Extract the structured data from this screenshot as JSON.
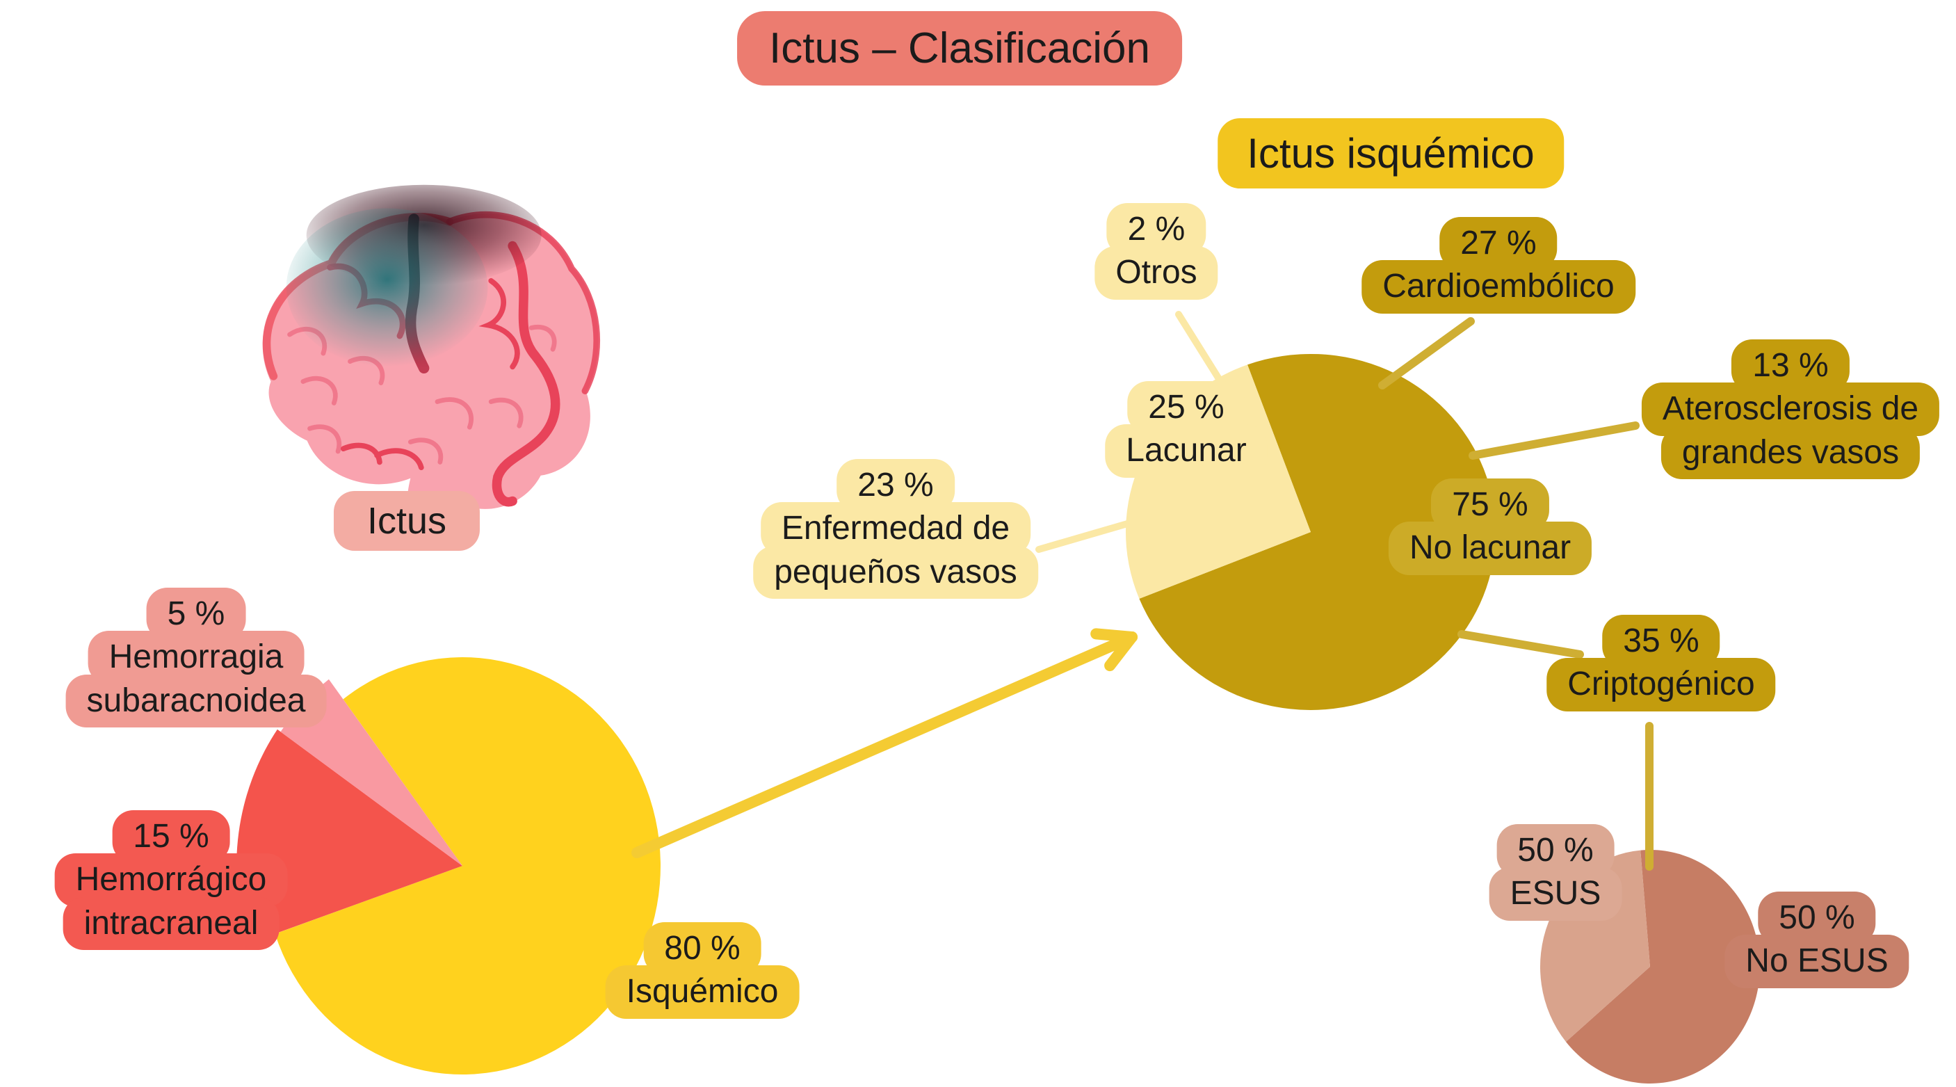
{
  "title": {
    "text": "Ictus – Clasificación",
    "bg": "#EC7C70"
  },
  "subtitle": {
    "text": "Ictus isquémico",
    "bg": "#F2C51F"
  },
  "brain": {
    "caption": "Ictus",
    "caption_bg": "#F3ACA3"
  },
  "colors": {
    "cream": "#FBE8A5",
    "goldDark": "#C39C0D",
    "goldBox": "#CCAB27",
    "goldLine": "#CFAE33",
    "yellowPie": "#FFD21E",
    "yellowBox": "#F5C832",
    "arrowYellow": "#F4CB33",
    "redWedge": "#F4544C",
    "pinkWedge": "#F999A1",
    "terracotta": "#C67D64",
    "terracottaLight": "#D9A38C",
    "text": "#1B1B1B"
  },
  "chart_data": [
    {
      "type": "pie",
      "title": "Ictus",
      "unit": "%",
      "legend_position": "callout-labels",
      "center": [
        665,
        1245
      ],
      "rx": 285,
      "ry": 300,
      "slices": [
        {
          "label": "Isquémico",
          "value": 80,
          "color": "#FFD21E",
          "start": 323,
          "end": 611,
          "k": 1
        },
        {
          "label": "Hemorrágico intracraneal",
          "value": 15,
          "color": "#F4544C",
          "start": 251,
          "end": 305,
          "k": 1.14
        },
        {
          "label": "Hemorragia subaracnoidea",
          "value": 5,
          "color": "#F999A1",
          "start": 305,
          "end": 323,
          "k": 1.12
        }
      ]
    },
    {
      "type": "pie",
      "title": "Ictus isquémico",
      "unit": "%",
      "legend_position": "callout-labels",
      "center": [
        1885,
        765
      ],
      "rx": 266,
      "ry": 256,
      "slices": [
        {
          "label": "No lacunar",
          "value": 75,
          "color": "#C39C0D",
          "start": 340,
          "end": 608,
          "k": 1
        },
        {
          "label": "Lacunar",
          "value": 25,
          "color": "#FBE8A5",
          "start": 248,
          "end": 340,
          "k": 1
        }
      ],
      "sub_breakdown_of_no_lacunar": [
        {
          "label": "Cardioembólico",
          "value": 27
        },
        {
          "label": "Aterosclerosis de grandes vasos",
          "value": 13
        },
        {
          "label": "Enfermedad de pequeños vasos",
          "value": 23
        },
        {
          "label": "Criptogénico",
          "value": 35
        },
        {
          "label": "Otros",
          "value": 2
        }
      ]
    },
    {
      "type": "pie",
      "title": "Criptogénico",
      "unit": "%",
      "legend_position": "callout-labels",
      "center": [
        2373,
        1390
      ],
      "rx": 158,
      "ry": 168,
      "slices": [
        {
          "label": "No ESUS",
          "value": 50,
          "color": "#C67D64",
          "start": 355,
          "end": 590,
          "k": 1
        },
        {
          "label": "ESUS",
          "value": 50,
          "color": "#D9A38C",
          "start": 230,
          "end": 355,
          "k": 1
        }
      ]
    }
  ],
  "labels": {
    "hemorragia_subaracnoidea": {
      "lines": [
        "5 %",
        "Hemorragia",
        "subaracnoidea"
      ],
      "bg": "#F09B93"
    },
    "hemorragico_intracraneal": {
      "lines": [
        "15 %",
        "Hemorrágico",
        "intracraneal"
      ],
      "bg": "#F35951"
    },
    "isquemico": {
      "lines": [
        "80 %",
        "Isquémico"
      ],
      "bg": "#F5C832"
    },
    "otros": {
      "lines": [
        "2 %",
        "Otros"
      ],
      "bg": "#FBE8A5"
    },
    "cardioembolico": {
      "lines": [
        "27 %",
        "Cardioembólico"
      ],
      "bg": "#C39C0D"
    },
    "aterosclerosis": {
      "lines": [
        "13 %",
        "Aterosclerosis de",
        "grandes vasos"
      ],
      "bg": "#C39C0D"
    },
    "lacunar": {
      "lines": [
        "25 %",
        "Lacunar"
      ],
      "bg": "#FBE8A5"
    },
    "no_lacunar": {
      "lines": [
        "75 %",
        "No lacunar"
      ],
      "bg": "#CCAB27"
    },
    "enfermedad_pequenos_vasos": {
      "lines": [
        "23 %",
        "Enfermedad de",
        "pequeños vasos"
      ],
      "bg": "#FBE8A5"
    },
    "criptogenico": {
      "lines": [
        "35 %",
        "Criptogénico"
      ],
      "bg": "#C39C0D"
    },
    "esus": {
      "lines": [
        "50 %",
        "ESUS"
      ],
      "bg": "#DCA893"
    },
    "no_esus": {
      "lines": [
        "50 %",
        "No ESUS"
      ],
      "bg": "#C8806A"
    }
  },
  "connectors": [
    {
      "id": "to-otros",
      "from": [
        1695,
        452
      ],
      "to": [
        1760,
        556
      ],
      "color": "cream",
      "width": 10
    },
    {
      "id": "to-cardioembolico",
      "from": [
        1988,
        554
      ],
      "to": [
        2115,
        462
      ],
      "color": "goldLine",
      "width": 12
    },
    {
      "id": "to-aterosclerosis",
      "from": [
        2118,
        655
      ],
      "to": [
        2352,
        612
      ],
      "color": "goldLine",
      "width": 12
    },
    {
      "id": "to-enfermedad",
      "from": [
        1494,
        790
      ],
      "to": [
        1642,
        747
      ],
      "color": "cream",
      "width": 10
    },
    {
      "id": "to-criptogenico",
      "from": [
        2102,
        912
      ],
      "to": [
        2272,
        941
      ],
      "color": "goldLine",
      "width": 12
    },
    {
      "id": "criptogenico-to-esus-pie",
      "from": [
        2372,
        1044
      ],
      "to": [
        2372,
        1246
      ],
      "color": "goldLine",
      "width": 12
    }
  ],
  "arrow": {
    "id": "isquemico-to-detail",
    "from": [
      916,
      1226
    ],
    "to": [
      1628,
      916
    ],
    "color": "#F4CB33",
    "width": 16
  }
}
